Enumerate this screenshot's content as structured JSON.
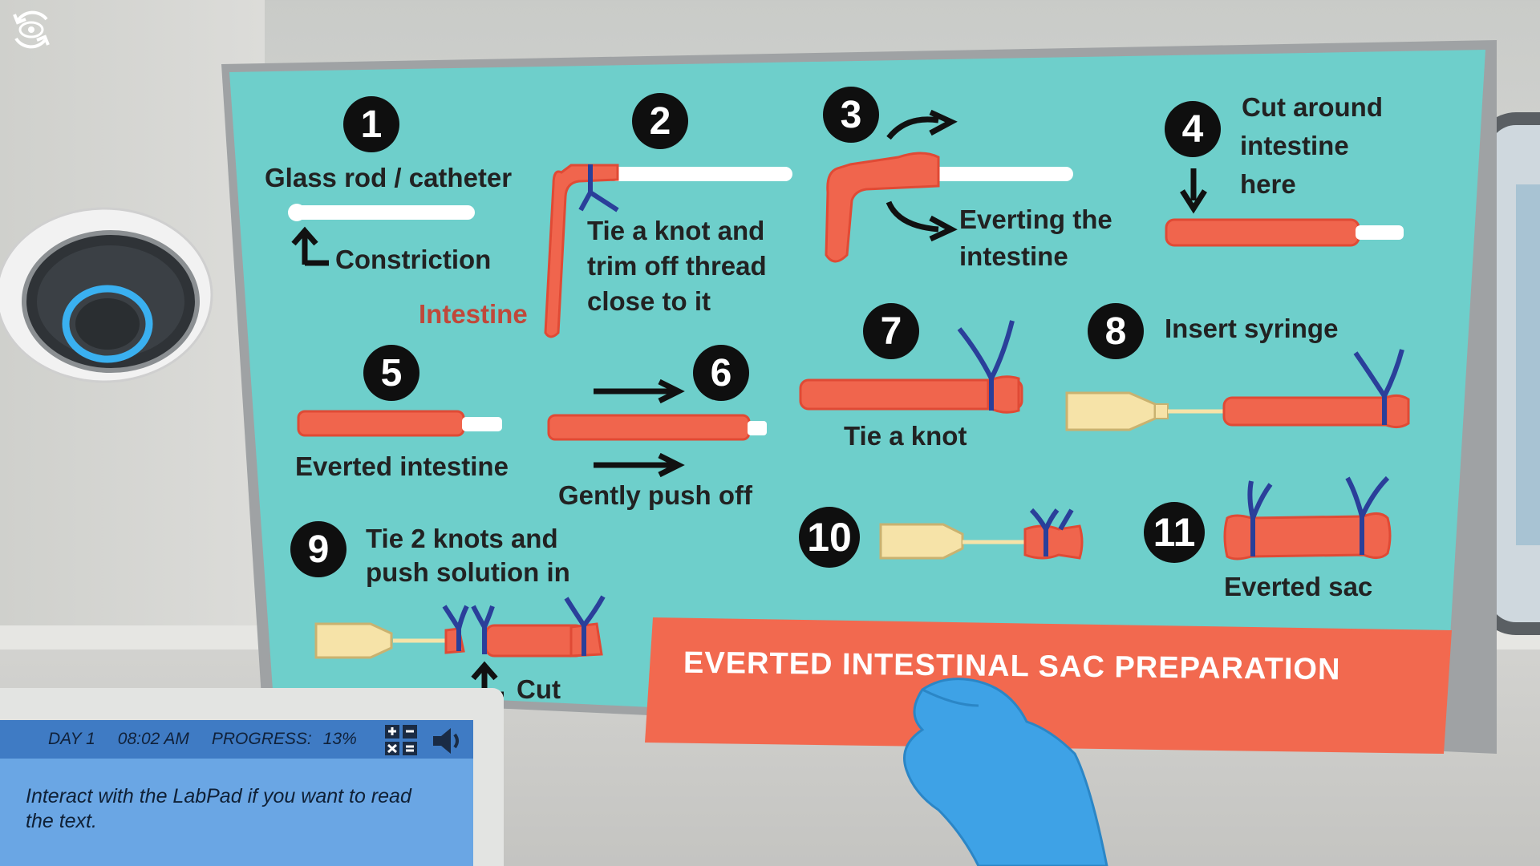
{
  "board": {
    "title": "EVERTED INTESTINAL SAC PREPARATION",
    "steps": [
      {
        "num": "1",
        "lines": [
          "Glass rod / catheter",
          "Constriction"
        ]
      },
      {
        "num": "2",
        "lines": [
          "Tie a knot and",
          "trim off thread",
          "close to it",
          "Intestine"
        ]
      },
      {
        "num": "3",
        "lines": [
          "Everting the",
          "intestine"
        ]
      },
      {
        "num": "4",
        "lines": [
          "Cut around",
          "intestine",
          "here"
        ]
      },
      {
        "num": "5",
        "lines": [
          "Everted intestine"
        ]
      },
      {
        "num": "6",
        "lines": [
          "Gently push off"
        ]
      },
      {
        "num": "7",
        "lines": [
          "Tie a knot"
        ]
      },
      {
        "num": "8",
        "lines": [
          "Insert syringe"
        ]
      },
      {
        "num": "9",
        "lines": [
          "Tie 2 knots and",
          "push solution in",
          "Cut"
        ]
      },
      {
        "num": "10",
        "lines": []
      },
      {
        "num": "11",
        "lines": [
          "Everted sac"
        ]
      }
    ],
    "colors": {
      "board": "#6ecfcb",
      "intestine": "#f0654d",
      "thread": "#2a3f9a",
      "syringe": "#f6e3a8",
      "banner": "#f2694f",
      "frame": "#9a9d9f"
    }
  },
  "hud": {
    "day": "DAY 1",
    "time": "08:02 AM",
    "progress_label": "PROGRESS:",
    "progress_value": "13%",
    "message": "Interact with the LabPad if you want to read the text.",
    "icons": [
      "calculator-icon",
      "speaker-icon"
    ]
  },
  "scene": {
    "icons": [
      "view-rotate-icon",
      "drone-assistant"
    ]
  }
}
